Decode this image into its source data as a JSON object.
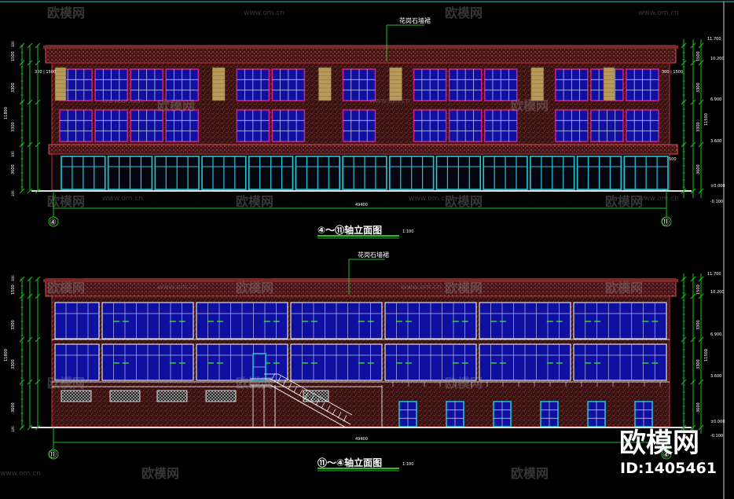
{
  "drawing": {
    "top": {
      "title": "④～⑪轴立面图",
      "scale": "1:100",
      "material_note": "花岗石墙裙",
      "total_dim": "49400",
      "axis_left": "④",
      "axis_right": "⑪",
      "right_levels": [
        "11.700",
        "10.200",
        "6.900",
        "3.600",
        "±0.000",
        "-0.100"
      ],
      "right_dims": [
        "1500",
        "3300",
        "3300",
        "3600"
      ],
      "right_total": "11500",
      "left_total": "11800",
      "left_dims": [
        "1500",
        "3300",
        "3300",
        "3600"
      ],
      "left_small": [
        "300",
        "300",
        "100"
      ],
      "tag_left": "300 | 1500",
      "tag_right": "300 | 1500",
      "tag_bottom": "500"
    },
    "bottom": {
      "title": "⑪～④轴立面图",
      "scale": "1:100",
      "material_note": "花岗石墙裙",
      "total_dim": "49400",
      "axis_left": "⑪",
      "axis_right": "④",
      "right_levels": [
        "11.700",
        "10.200",
        "6.900",
        "3.600",
        "±0.000",
        "-0.100"
      ],
      "right_dims": [
        "1500",
        "3300",
        "3300",
        "3600"
      ],
      "right_total": "11500",
      "left_total": "11800",
      "left_dims": [
        "1500",
        "3300",
        "3300",
        "3600"
      ],
      "left_small": [
        "300",
        "100"
      ]
    }
  },
  "watermark": {
    "brand": "欧模网",
    "url": "www.om.cn",
    "stamp_brand": "欧模网",
    "stamp_id": "ID:1405461"
  },
  "colors": {
    "background": "#000000",
    "wall": "#3a0f10",
    "wall_speckle": "#c58a80",
    "glass": "#1010a0",
    "frame_magenta": "#d0208a",
    "frame_cyan": "#20c8d8",
    "dim_green": "#20c020",
    "panel_tan": "#b89a5a"
  }
}
